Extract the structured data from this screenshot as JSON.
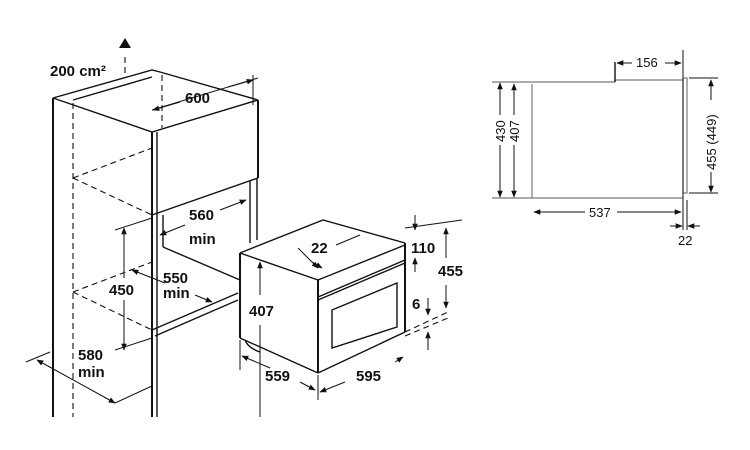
{
  "cabinet": {
    "ventilation": "200 cm²",
    "width": "600",
    "inner_width": "560",
    "inner_width_note": "min",
    "depth": "550",
    "depth_note": "min",
    "opening_height": "450",
    "side_depth": "580",
    "side_depth_note": "min"
  },
  "oven": {
    "front_offset": "22",
    "height": "407",
    "top_panel": "110",
    "total_height": "455",
    "bottom_gap": "6",
    "depth": "559",
    "width": "595"
  },
  "side_view": {
    "top_offset": "156",
    "outer_height": "430",
    "inner_height": "407",
    "front_height": "455 (449)",
    "body_depth": "537",
    "front_thickness": "22"
  }
}
